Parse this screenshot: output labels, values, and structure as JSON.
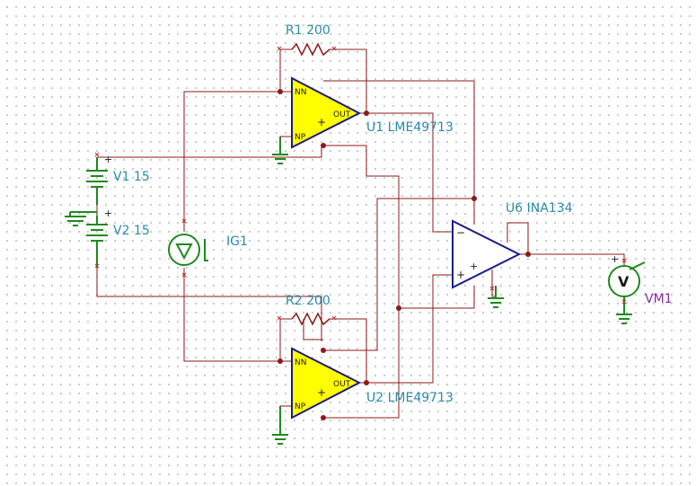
{
  "components": {
    "r1": {
      "name": "R1",
      "value": "200"
    },
    "r2": {
      "name": "R2",
      "value": "200"
    },
    "u1": {
      "name": "U1",
      "part": "LME49713",
      "pin_nn": "NN",
      "pin_np": "NP",
      "pin_out": "OUT"
    },
    "u2": {
      "name": "U2",
      "part": "LME49713",
      "pin_nn": "NN",
      "pin_np": "NP",
      "pin_out": "OUT"
    },
    "u6": {
      "name": "U6",
      "part": "INA134"
    },
    "v1": {
      "name": "V1",
      "value": "15"
    },
    "v2": {
      "name": "V2",
      "value": "15"
    },
    "ig1": {
      "name": "IG1"
    },
    "vm1": {
      "name": "VM1",
      "glyph": "V"
    }
  },
  "labels": {
    "r1": "R1 200",
    "r2": "R2 200",
    "u1": "U1 LME49713",
    "u2": "U2 LME49713",
    "u6": "U6 INA134",
    "v1": "V1 15",
    "v2": "V2 15",
    "ig1": "IG1",
    "vm1": "VM1"
  },
  "symbols": {
    "plus": "+",
    "minus": "−"
  },
  "colors": {
    "wire": "#8b1a1a",
    "component_outline": "#1e8a1e",
    "opamp_fill": "#ffff00",
    "opamp_outline": "#1a1a8a",
    "label": "#2a8aa8",
    "meter_label": "#8a2aa0",
    "pin_marker": "#c03030"
  }
}
